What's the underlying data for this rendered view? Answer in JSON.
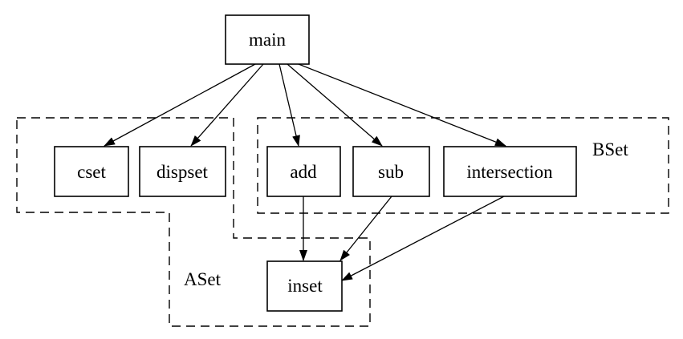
{
  "nodes": {
    "main": "main",
    "cset": "cset",
    "dispset": "dispset",
    "add": "add",
    "sub": "sub",
    "intersection": "intersection",
    "inset": "inset"
  },
  "groups": {
    "aset": "ASet",
    "bset": "BSet"
  },
  "edges": [
    [
      "main",
      "cset"
    ],
    [
      "main",
      "dispset"
    ],
    [
      "main",
      "add"
    ],
    [
      "main",
      "sub"
    ],
    [
      "main",
      "intersection"
    ],
    [
      "add",
      "inset"
    ],
    [
      "sub",
      "inset"
    ],
    [
      "intersection",
      "inset"
    ]
  ],
  "colors": {
    "stroke": "#000000",
    "background": "#ffffff"
  }
}
